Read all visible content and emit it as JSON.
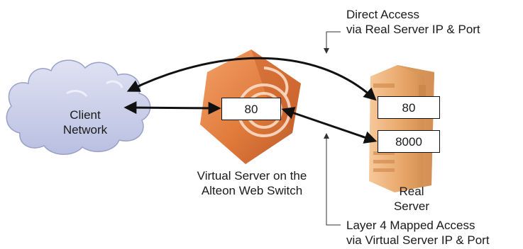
{
  "direct_access": {
    "line1": "Direct Access",
    "line2": "via Real Server IP & Port"
  },
  "layer4_access": {
    "line1": "Layer 4 Mapped Access",
    "line2": "via Virtual Server IP & Port"
  },
  "client": {
    "line1": "Client",
    "line2": "Network"
  },
  "virtual_server": {
    "port": "80",
    "caption_line1": "Virtual Server on the",
    "caption_line2": "Alteon Web Switch"
  },
  "real_server": {
    "port_top": "80",
    "port_bottom": "8000",
    "caption_line1": "Real",
    "caption_line2": "Server"
  },
  "colors": {
    "cloud_fill": "#c9cde8",
    "cloud_stroke": "#9aa0c8",
    "switch_orange": "#e07a3a",
    "server_tan": "#e8a86a",
    "arrow": "#111111"
  }
}
